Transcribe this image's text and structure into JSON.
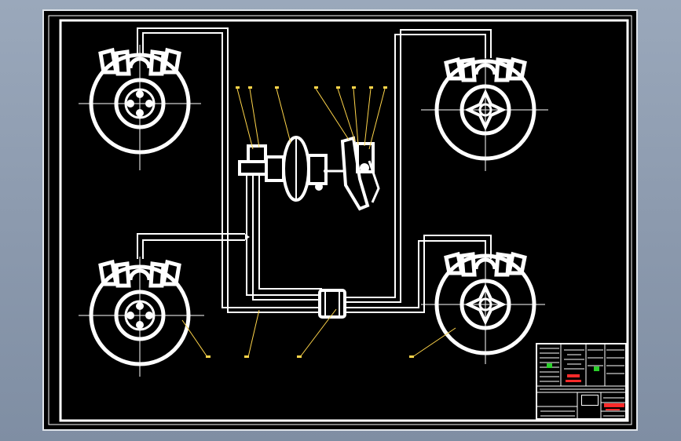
{
  "viewer": {
    "background_color": "#8f9db1",
    "sheet_color": "#000000",
    "line_color": "#ffffff",
    "leader_color": "#ffd54a",
    "stamp_red": "#ff2a2a",
    "stamp_green": "#2bd02b"
  },
  "drawing": {
    "subject": "brake-system-schematic",
    "wheel_assemblies": [
      "front-left",
      "front-right",
      "rear-left",
      "rear-right"
    ],
    "callout_count": 12
  },
  "title_block": {
    "has_company_stamp": true,
    "stamp_color": "#ff2a2a",
    "mark_color": "#2bd02b"
  }
}
